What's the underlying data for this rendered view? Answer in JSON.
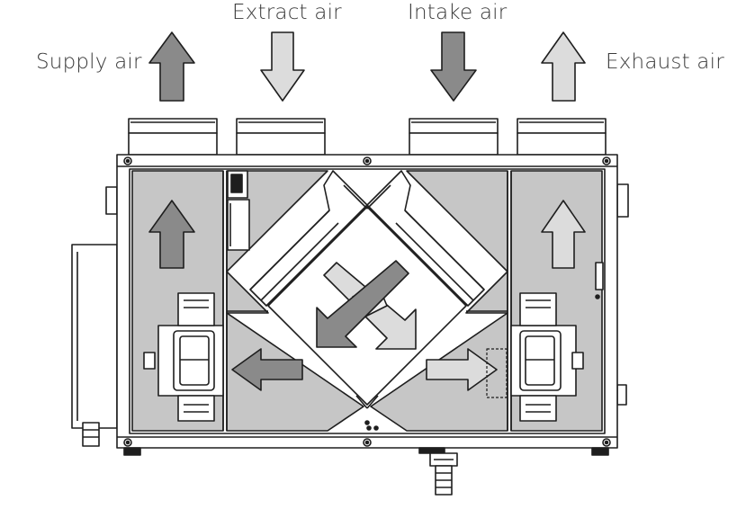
{
  "labels": {
    "supply_air": "Supply air",
    "extract_air": "Extract air",
    "intake_air": "Intake air",
    "exhaust_air": "Exhaust air"
  },
  "colors": {
    "dark_arrow": "#8a8a8a",
    "light_arrow": "#dcdcdc",
    "panel_fill": "#c6c6c6",
    "outline": "#1e1e1e",
    "background": "#ffffff"
  },
  "icons": [
    "up-arrow-icon",
    "down-arrow-icon",
    "left-arrow-icon",
    "right-arrow-icon",
    "diagonal-arrow-icon",
    "fan-icon",
    "screw-icon",
    "duct-connector-icon"
  ]
}
